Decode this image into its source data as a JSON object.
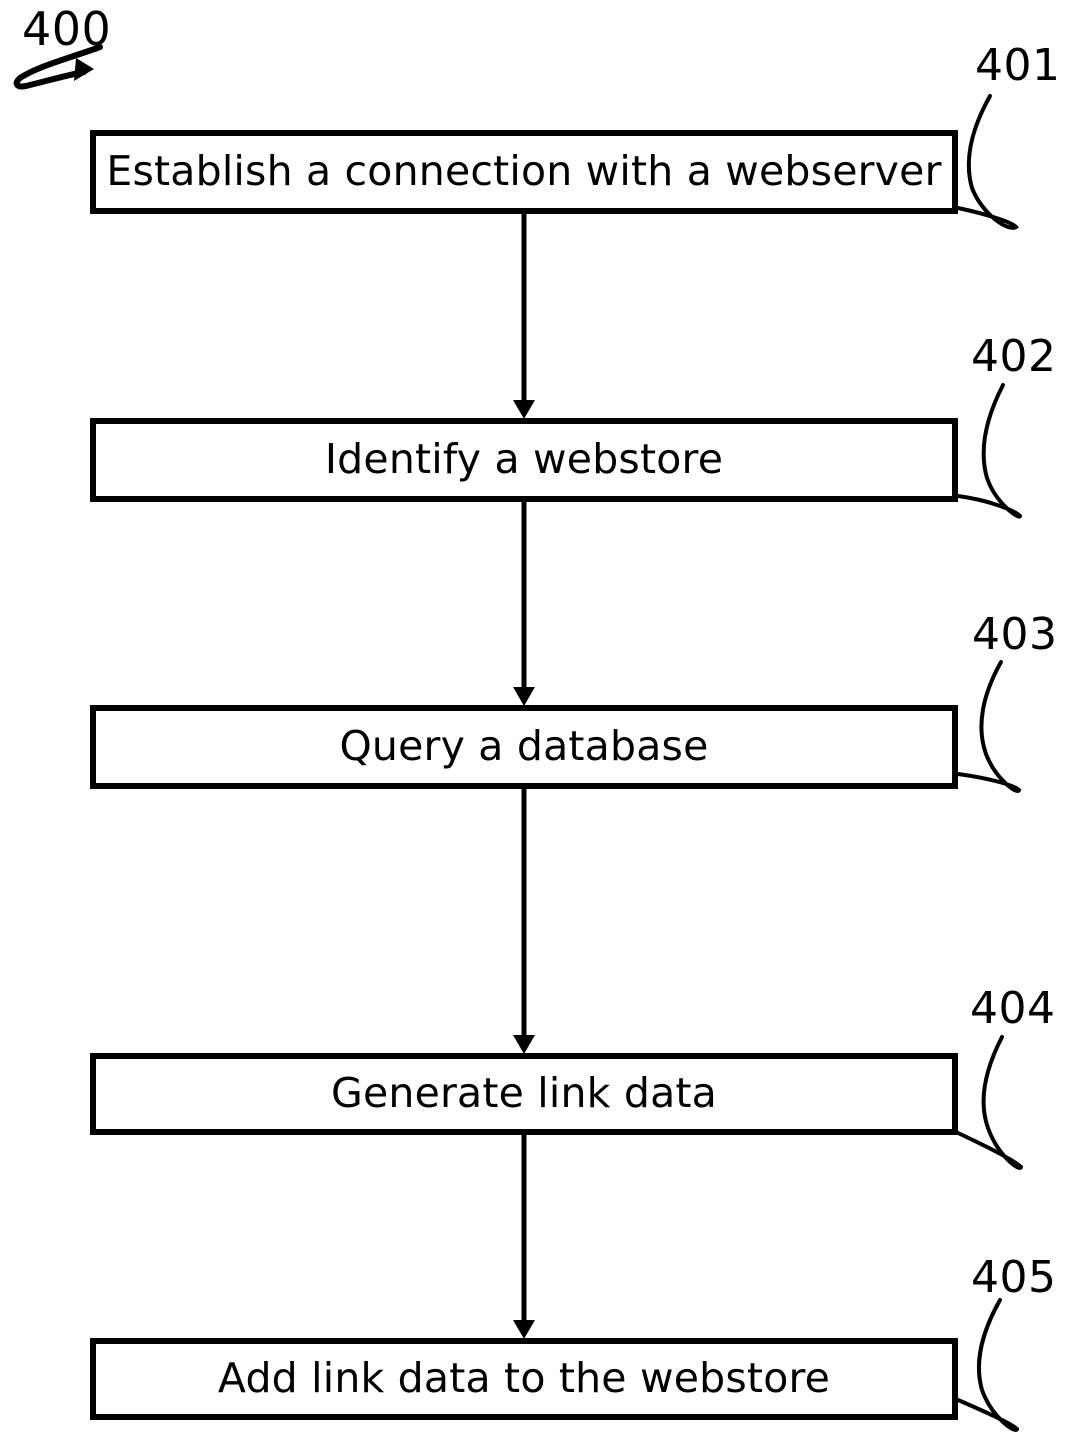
{
  "figure": {
    "figure_number": "400",
    "boxes": [
      {
        "ref": "401",
        "label": "Establish a connection with a webserver"
      },
      {
        "ref": "402",
        "label": "Identify a webstore"
      },
      {
        "ref": "403",
        "label": "Query a database"
      },
      {
        "ref": "404",
        "label": "Generate link data"
      },
      {
        "ref": "405",
        "label": "Add link data to the webstore"
      }
    ],
    "colors": {
      "stroke": "#000000",
      "background": "#ffffff",
      "text": "#000000"
    }
  }
}
